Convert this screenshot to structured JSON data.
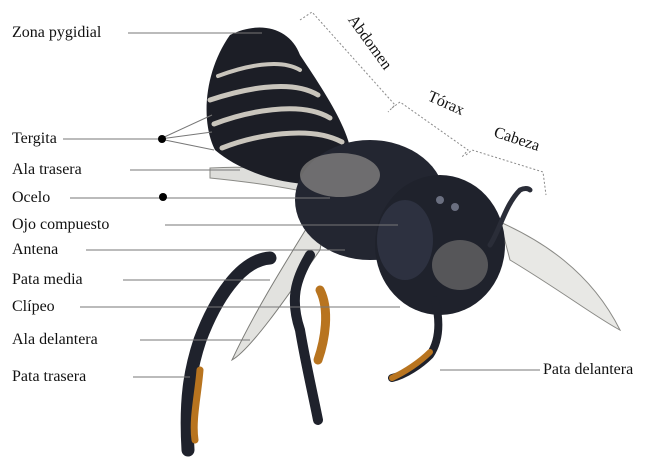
{
  "left_labels": [
    "Zona pygidial",
    "Tergita",
    "Ala trasera",
    "Ocelo",
    "Ojo compuesto",
    "Antena",
    "Pata media",
    "Clípeo",
    "Ala delantera",
    "Pata trasera"
  ],
  "right_labels": [
    "Pata delantera"
  ],
  "regions": [
    "Abdomen",
    "Tórax",
    "Cabeza"
  ],
  "colors": {
    "label": "#111111",
    "leader": "#777777",
    "body_dark": "#1c1e26",
    "hair_light": "#c9c5bc",
    "leg_orange": "#b8741f"
  }
}
